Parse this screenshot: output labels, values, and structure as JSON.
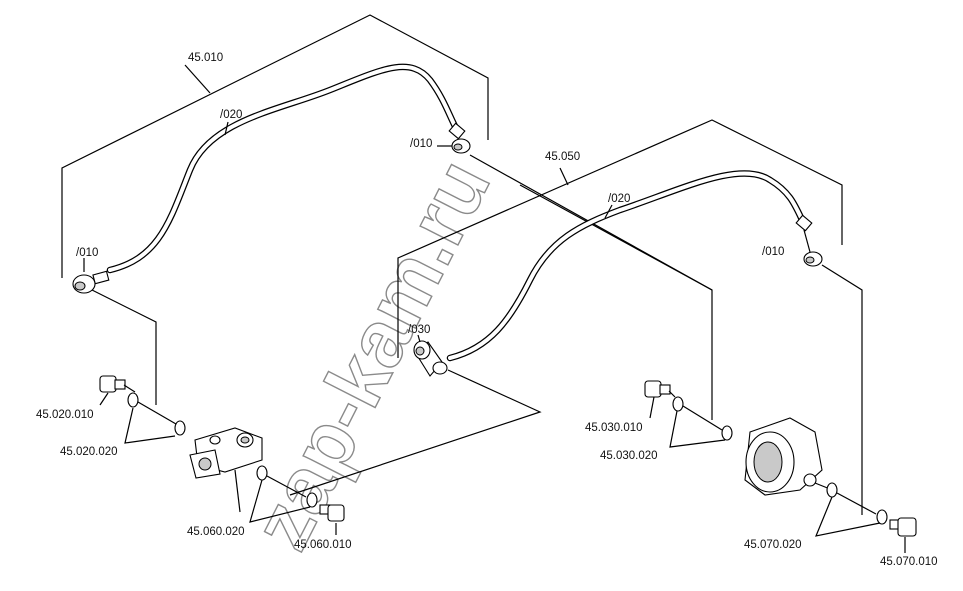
{
  "diagram": {
    "watermark": "zap-kam.ru",
    "callouts": {
      "assy_left": "45.010",
      "left_pipe": "/020",
      "left_fitting_right": "/010",
      "left_fitting_left": "/010",
      "assy_right": "45.050",
      "right_pipe": "/020",
      "right_fitting_right": "/010",
      "right_fitting_left": "/030",
      "bolt_a": "45.020.010",
      "washer_a": "45.020.020",
      "washer_b": "45.060.020",
      "bolt_b": "45.060.010",
      "bolt_c": "45.030.010",
      "washer_c": "45.030.020",
      "washer_d": "45.070.020",
      "bolt_d": "45.070.010"
    }
  }
}
